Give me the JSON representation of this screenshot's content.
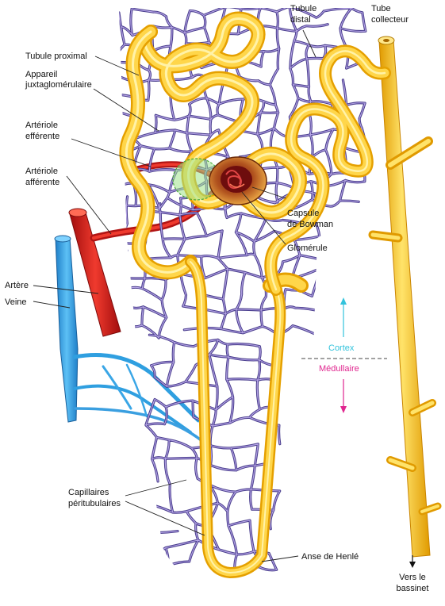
{
  "labels": {
    "tubule_proximal": "Tubule proximal",
    "appareil_line1": "Appareil",
    "appareil_line2": "juxtaglomérulaire",
    "arteriole_eff_line1": "Artériole",
    "arteriole_eff_line2": "efférente",
    "arteriole_aff_line1": "Artériole",
    "arteriole_aff_line2": "afférente",
    "artere": "Artère",
    "veine": "Veine",
    "tubule_distal_line1": "Tubule",
    "tubule_distal_line2": "distal",
    "tube_collecteur_line1": "Tube",
    "tube_collecteur_line2": "collecteur",
    "capsule_line1": "Capsule",
    "capsule_line2": "de Bowman",
    "glomerule": "Glomérule",
    "cortex": "Cortex",
    "medullaire": "Médullaire",
    "capillaires_line1": "Capillaires",
    "capillaires_line2": "péritubulaires",
    "anse_henle": "Anse de Henlé",
    "vers_line1": "Vers le",
    "vers_line2": "bassinet"
  },
  "colors": {
    "capillary": "#4b3f8e",
    "tubule": "#ffd64a",
    "artery": "#d81e1e",
    "vein": "#2f9fe0",
    "cortex_text": "#33c3dc",
    "medullary_text": "#e0268f"
  }
}
